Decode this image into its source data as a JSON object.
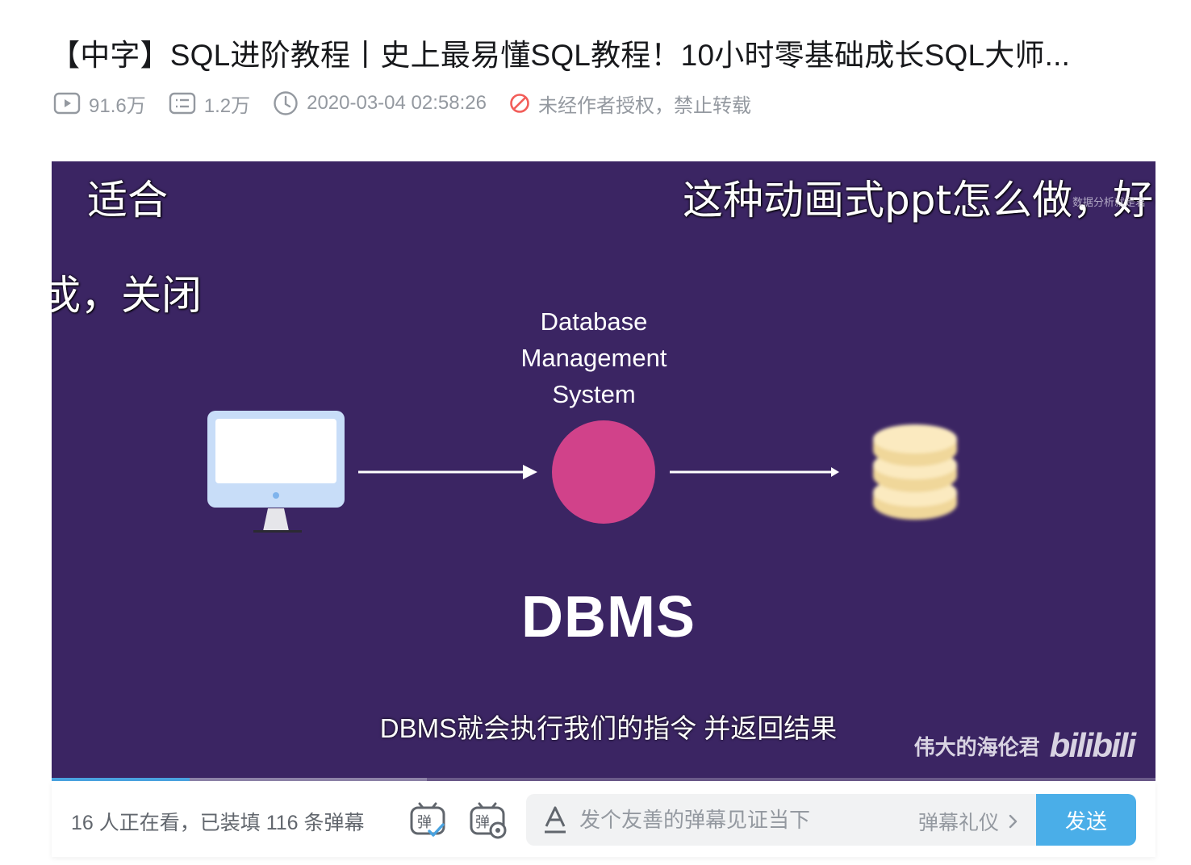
{
  "video": {
    "title": "【中字】SQL进阶教程丨史上最易懂SQL教程！10小时零基础成长SQL大师...",
    "views": "91.6万",
    "danmaku_count": "1.2万",
    "publish_time": "2020-03-04 02:58:26",
    "copyright_notice": "未经作者授权，禁止转载"
  },
  "player": {
    "danmaku": [
      "适合",
      "这种动画式ppt怎么做，好扌",
      "戓，关闭"
    ],
    "slide": {
      "label_lines": [
        "Database",
        "Management",
        "System"
      ],
      "heading": "DBMS",
      "subtitle": "DBMS就会执行我们的指令 并返回结果",
      "watermark_author": "伟大的海伦君",
      "watermark_logo": "bilibili",
      "corner_watermark": "数据分析就是君"
    },
    "progress_played": 0.125,
    "progress_buffered": 0.34
  },
  "danmaku_bar": {
    "watching_text": "16 人正在看，已装填 116 条弹幕",
    "toggle_label": "弹",
    "settings_label": "弹",
    "input_placeholder": "发个友善的弹幕见证当下",
    "etiquette_label": "弹幕礼仪",
    "send_label": "发送"
  },
  "colors": {
    "video_bg": "#3b2563",
    "dbms_circle": "#d1428a",
    "send_button": "#4aaee8",
    "progress_played": "#4aa3e0",
    "warn_icon": "#f25d59"
  }
}
